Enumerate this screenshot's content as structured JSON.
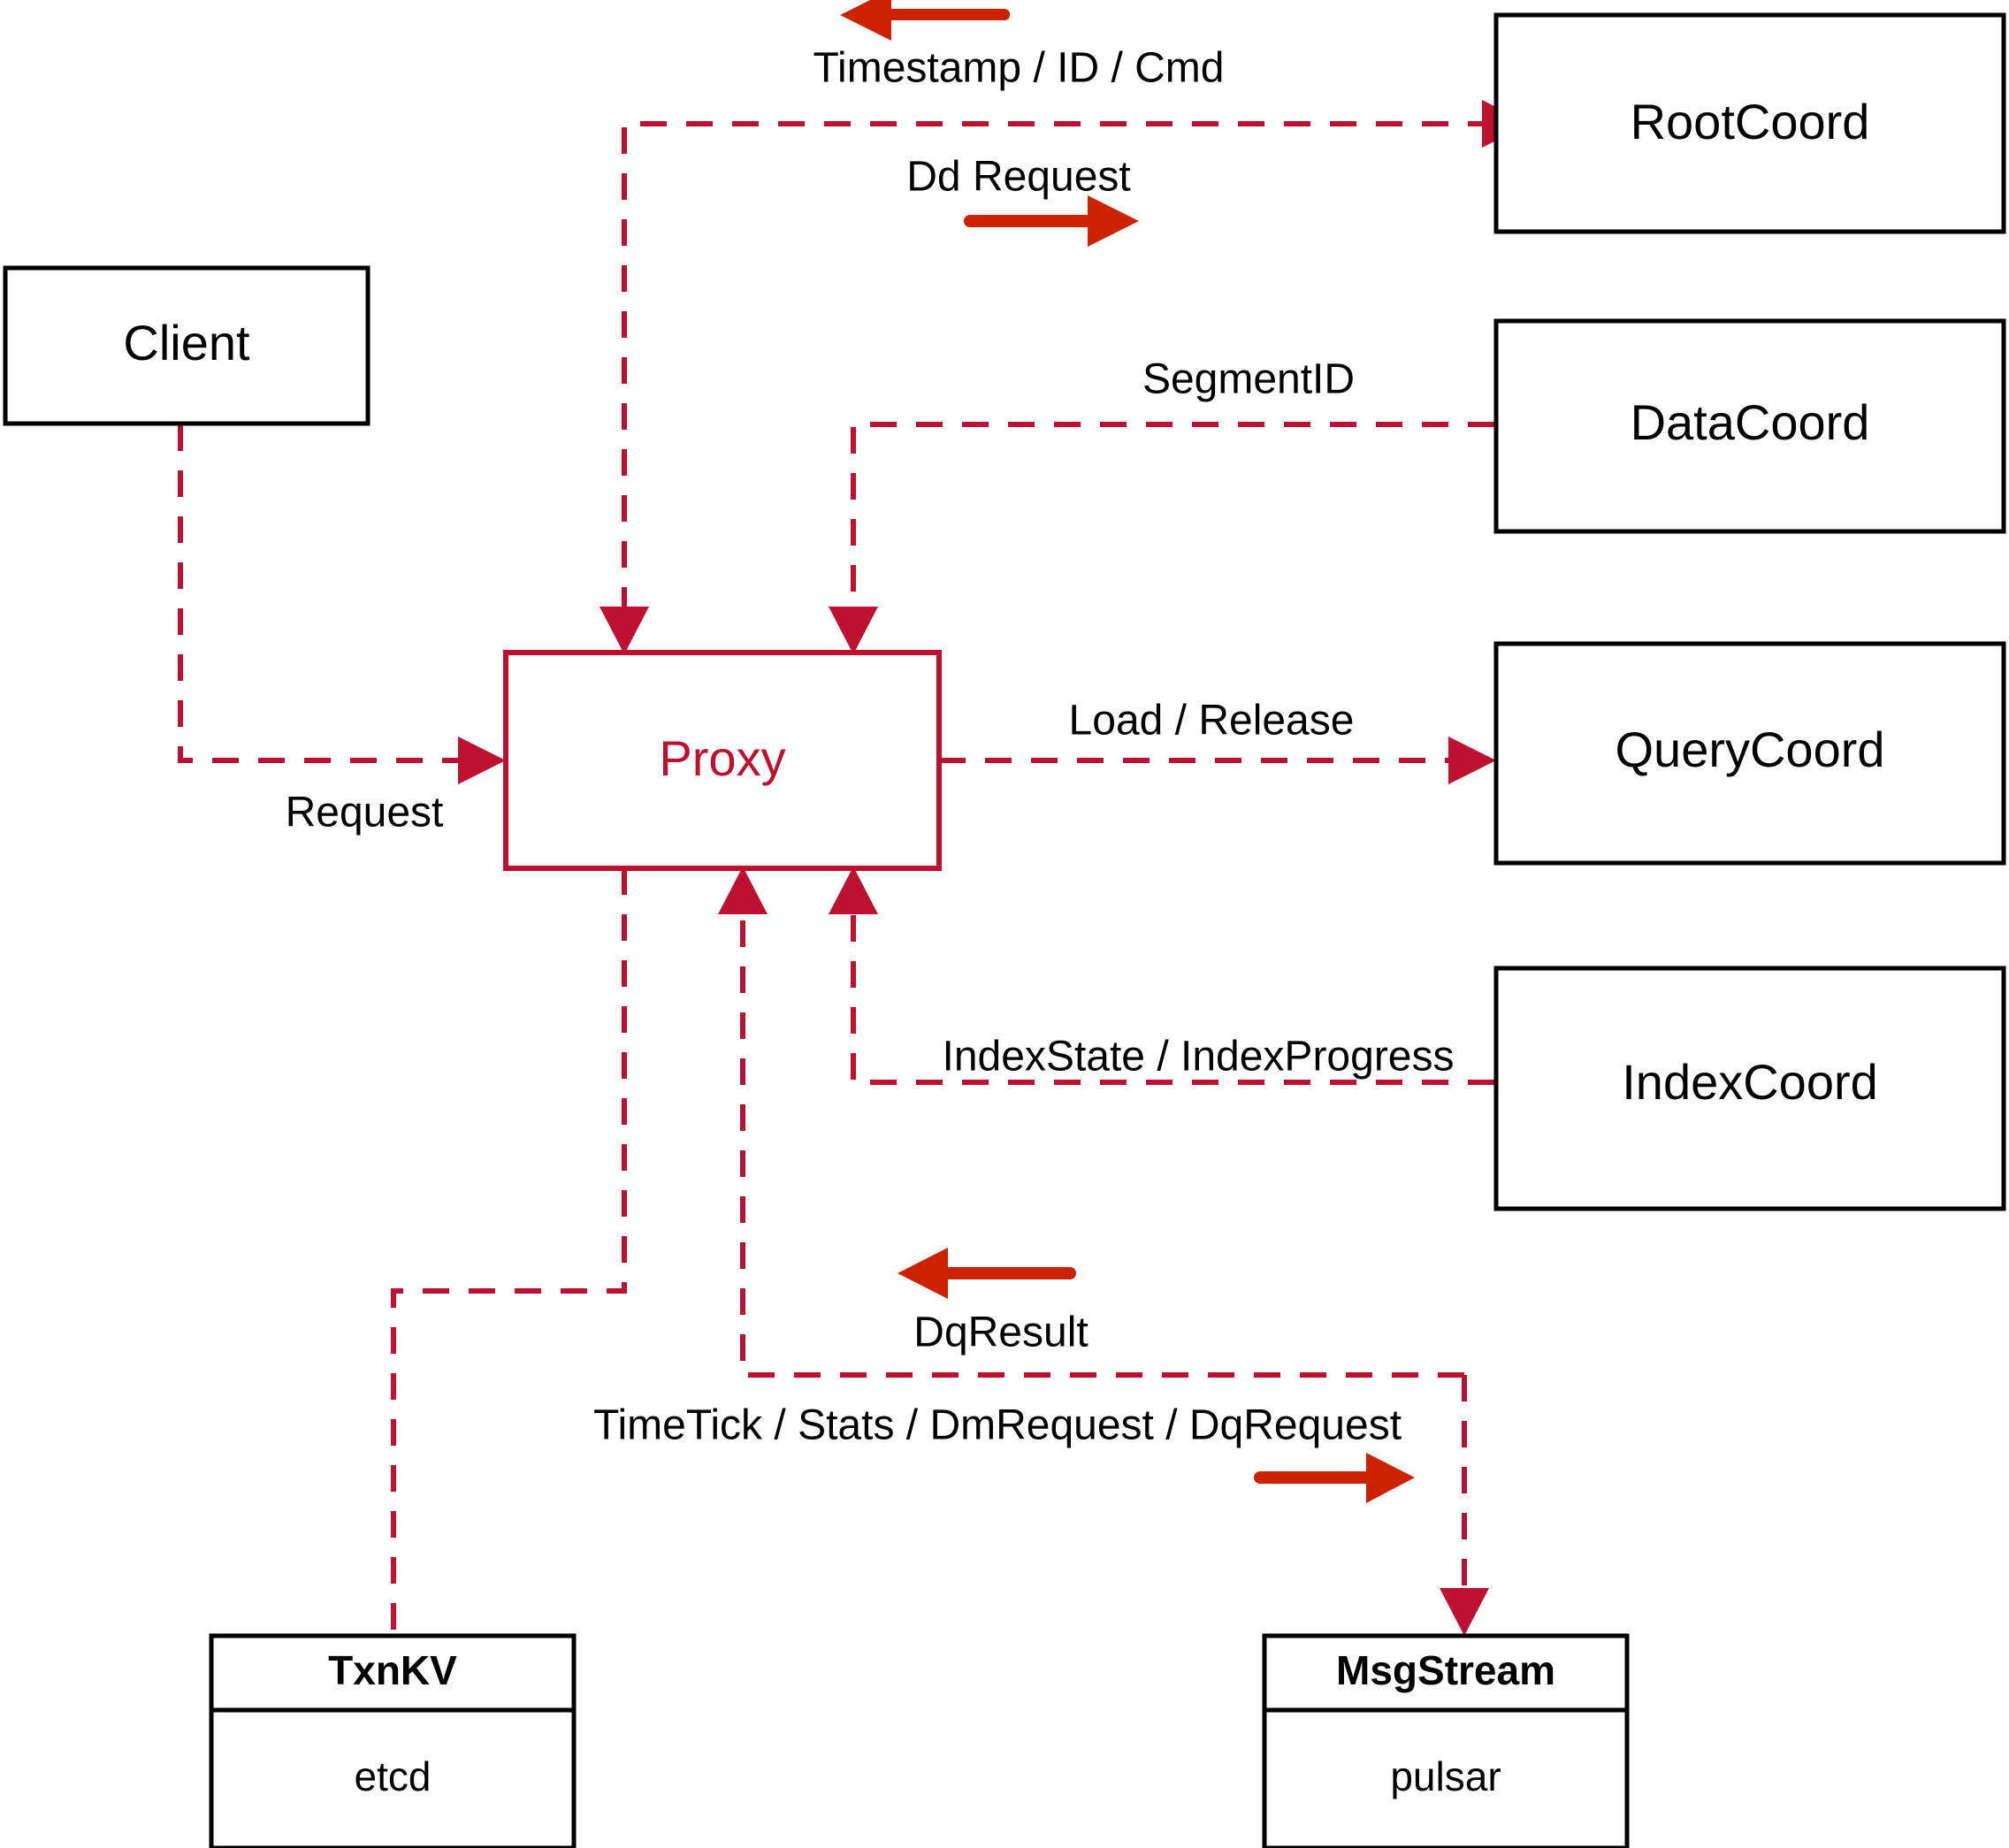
{
  "diagram": {
    "title": "Proxy component interaction diagram",
    "colors": {
      "flow_line": "#BE1030",
      "accent_node": "#BE1030",
      "direction_arrow": "#CC2200",
      "node_border": "#000000",
      "background": "#ffffff"
    },
    "nodes": {
      "client": {
        "label": "Client"
      },
      "proxy": {
        "label": "Proxy"
      },
      "root_coord": {
        "label": "RootCoord"
      },
      "data_coord": {
        "label": "DataCoord"
      },
      "query_coord": {
        "label": "QueryCoord"
      },
      "index_coord": {
        "label": "IndexCoord"
      },
      "txnkv": {
        "title": "TxnKV",
        "impl": "etcd"
      },
      "msgstream": {
        "title": "MsgStream",
        "impl": "pulsar"
      }
    },
    "edges": [
      {
        "id": "timestamp-id-cmd",
        "label": "Timestamp / ID / Cmd",
        "from": "RootCoord",
        "to": "Proxy",
        "direction": "left"
      },
      {
        "id": "dd-request",
        "label": "Dd Request",
        "from": "Proxy",
        "to": "RootCoord",
        "direction": "right"
      },
      {
        "id": "segment-id",
        "label": "SegmentID",
        "from": "DataCoord",
        "to": "Proxy",
        "direction": "left"
      },
      {
        "id": "request",
        "label": "Request",
        "from": "Client",
        "to": "Proxy",
        "direction": "right"
      },
      {
        "id": "load-release",
        "label": "Load / Release",
        "from": "Proxy",
        "to": "QueryCoord",
        "direction": "right"
      },
      {
        "id": "index-state-progress",
        "label": "IndexState / IndexProgress",
        "from": "IndexCoord",
        "to": "Proxy",
        "direction": "left"
      },
      {
        "id": "dq-result",
        "label": "DqResult",
        "from": "MsgStream",
        "to": "Proxy",
        "direction": "left"
      },
      {
        "id": "timetick-stats-dm-dq",
        "label": "TimeTick / Stats / DmRequest / DqRequest",
        "from": "Proxy",
        "to": "MsgStream",
        "direction": "right"
      },
      {
        "id": "proxy-txnkv",
        "label": "",
        "from": "Proxy",
        "to": "TxnKV",
        "direction": "down"
      }
    ]
  }
}
